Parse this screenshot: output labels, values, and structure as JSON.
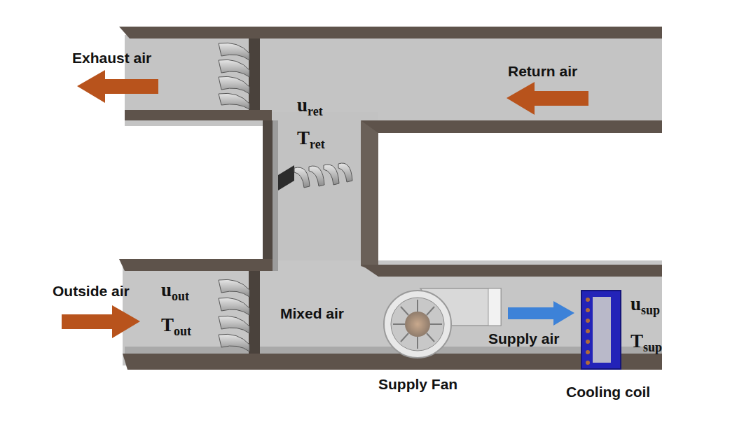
{
  "diagram": {
    "labels": [
      "Exhaust air",
      "Return air",
      "u",
      "ret",
      "T",
      "ret",
      "Outside air",
      "u",
      "out",
      "T",
      "out",
      "Mixed air",
      "Supply Fan",
      "Supply air",
      "u",
      "sup",
      "T",
      "sup",
      "Cooling coil"
    ]
  }
}
